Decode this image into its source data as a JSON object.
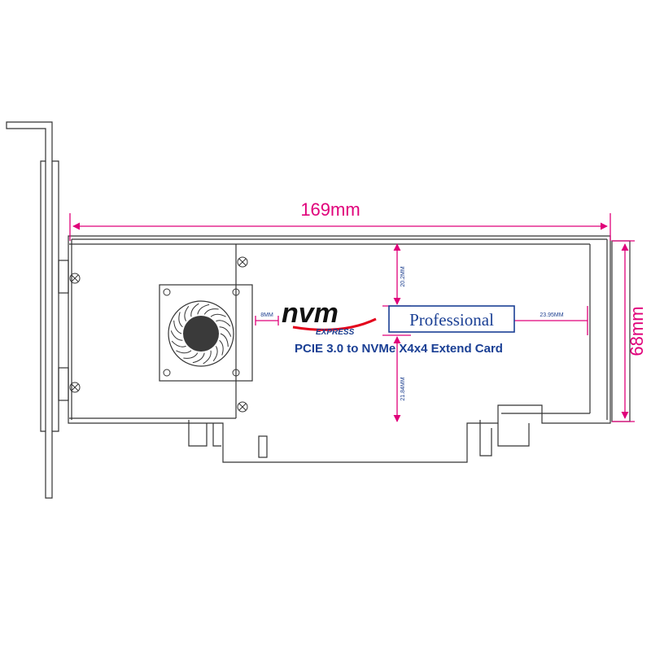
{
  "dimensions": {
    "length": "169mm",
    "height": "68mm",
    "top_gap": "20.2MM",
    "fan_gap": "8MM",
    "right_gap": "23.95MM",
    "bottom_gap": "21.84MM"
  },
  "labels": {
    "brand_main": "nvm",
    "brand_sub": "EXPRESS",
    "professional": "Professional",
    "product": "PCIE 3.0 to NVMe X4x4 Extend Card"
  },
  "colors": {
    "dimension": "#e0007a",
    "outline": "#333333",
    "brand_red": "#e3001b",
    "brand_blue": "#1d3f8f",
    "text_blue": "#1a3f94"
  }
}
